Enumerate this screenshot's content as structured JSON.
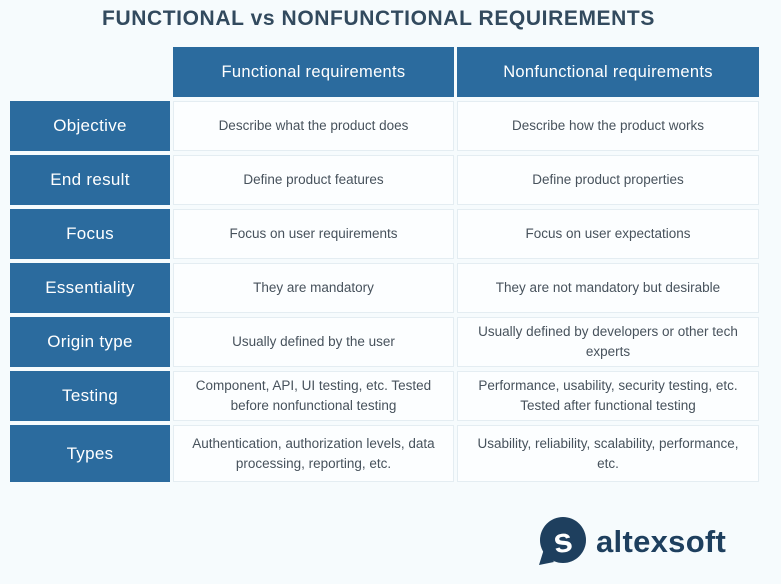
{
  "title": "FUNCTIONAL vs NONFUNCTIONAL REQUIREMENTS",
  "table": {
    "column_headers": [
      "Functional requirements",
      "Nonfunctional requirements"
    ],
    "row_header_labels": [
      "Objective",
      "End result",
      "Focus",
      "Essentiality",
      "Origin type",
      "Testing",
      "Types"
    ],
    "rows": [
      {
        "label": "Objective",
        "functional": "Describe what the product does",
        "nonfunctional": "Describe how the product works"
      },
      {
        "label": "End result",
        "functional": "Define product features",
        "nonfunctional": "Define product properties"
      },
      {
        "label": "Focus",
        "functional": "Focus on user requirements",
        "nonfunctional": "Focus on user expectations"
      },
      {
        "label": "Essentiality",
        "functional": "They are mandatory",
        "nonfunctional": "They are not mandatory but desirable"
      },
      {
        "label": "Origin type",
        "functional": "Usually defined by the user",
        "nonfunctional": "Usually defined by developers or other tech experts"
      },
      {
        "label": "Testing",
        "functional": "Component, API, UI testing, etc. Tested before nonfunctional testing",
        "nonfunctional": "Performance, usability, security testing, etc. Tested after functional testing"
      },
      {
        "label": "Types",
        "functional": "Authentication, authorization levels, data processing, reporting, etc.",
        "nonfunctional": "Usability, reliability, scalability, performance, etc."
      }
    ]
  },
  "footer": {
    "brand": "altexsoft",
    "logo_icon": "altexsoft-speech-bubble-s"
  },
  "colors": {
    "background": "#f6fbfd",
    "header_blue": "#2b6b9e",
    "title_text": "#324a5e",
    "body_text": "#47525c",
    "cell_background": "#fcfeff",
    "cell_border": "#e4edf2",
    "brand_navy": "#1e3f5e"
  }
}
